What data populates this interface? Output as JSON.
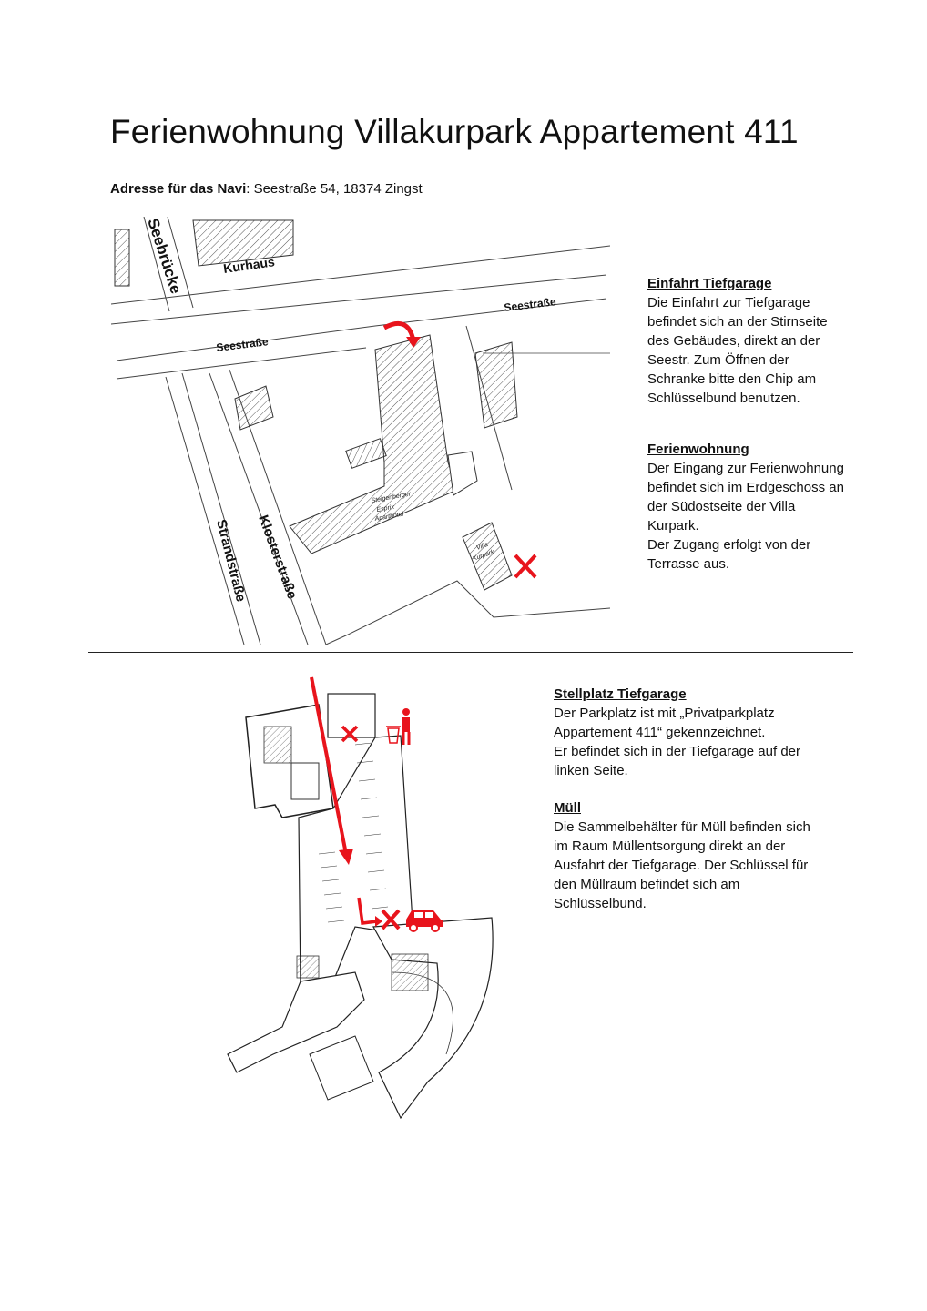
{
  "document": {
    "title": "Ferienwohnung Villakurpark Appartement 411",
    "address_label": "Adresse für das Navi",
    "address_value": ": Seestraße 54, 18374 Zingst"
  },
  "map_top": {
    "street_labels": {
      "seebruecke": "Seebrücke",
      "kurhaus": "Kurhaus",
      "seestrasse_1": "Seestraße",
      "seestrasse_2": "Seestraße",
      "strandstrasse": "Strandstraße",
      "klosterstrasse": "Klosterstraße",
      "hotel_line1": "Steigenberger",
      "hotel_line2": "Esprix",
      "hotel_line3": "Aparthotel",
      "villa_line1": "Villa",
      "villa_line2": "Kurpark"
    },
    "marker_color": "#e8141c"
  },
  "section_entry": {
    "heading": "Einfahrt Tiefgarage",
    "text": "Die Einfahrt zur Tiefgarage\nbefindet sich an der Stirnseite\ndes Gebäudes, direkt an der\nSeestr. Zum Öffnen der\nSchranke bitte den Chip am\nSchlüsselbund benutzen."
  },
  "section_flat": {
    "heading": "Ferienwohnung",
    "text": "Der Eingang zur Ferienwohnung\nbefindet sich im Erdgeschoss an\nder Südostseite der Villa\nKurpark.\nDer Zugang erfolgt von der\nTerrasse aus."
  },
  "section_parking": {
    "heading": "Stellplatz Tiefgarage",
    "text": "Der Parkplatz ist mit „Privatparkplatz\nAppartement 411“ gekennzeichnet.\nEr befindet sich in der Tiefgarage auf der\nlinken Seite."
  },
  "section_waste": {
    "heading": "Müll",
    "text": "Die Sammelbehälter für Müll befinden sich\nim Raum Müllentsorgung direkt an der\nAusfahrt der Tiefgarage. Der Schlüssel für\nden Müllraum befindet sich am\nSchlüsselbund."
  },
  "icons": {
    "bin": "trash-person-icon",
    "car": "car-icon",
    "arrow": "red-arrow-icon",
    "cross": "red-x-marker-icon"
  }
}
